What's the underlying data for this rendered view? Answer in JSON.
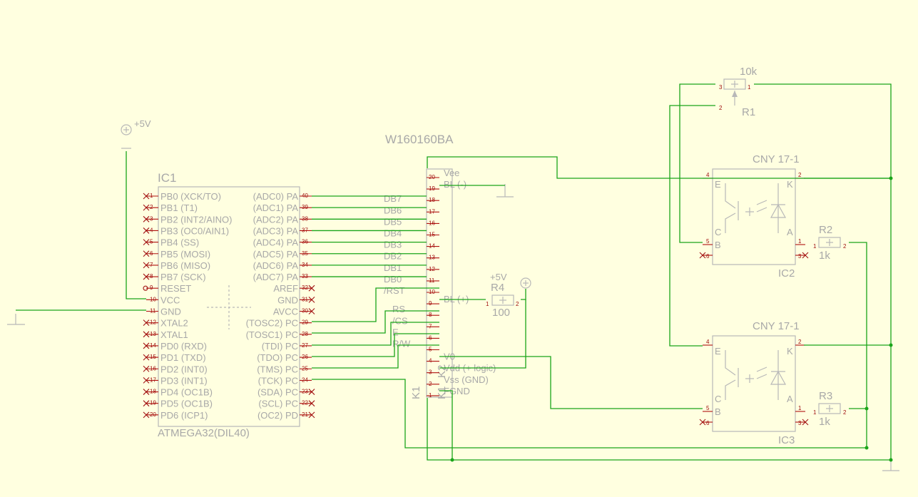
{
  "ic1": {
    "name": "IC1",
    "value": "ATMEGA32(DIL40)",
    "left_pins": [
      {
        "num": "1",
        "label": "PB0 (XCK/TO)"
      },
      {
        "num": "2",
        "label": "PB1 (T1)"
      },
      {
        "num": "3",
        "label": "PB2 (INT2/AINO)"
      },
      {
        "num": "4",
        "label": "PB3 (OC0/AIN1)"
      },
      {
        "num": "5",
        "label": "PB4 (SS)"
      },
      {
        "num": "6",
        "label": "PB5 (MOSI)"
      },
      {
        "num": "7",
        "label": "PB6 (MISO)"
      },
      {
        "num": "8",
        "label": "PB7 (SCK)"
      },
      {
        "num": "9",
        "label": "RESET"
      },
      {
        "num": "10",
        "label": "VCC"
      },
      {
        "num": "11",
        "label": "GND"
      },
      {
        "num": "12",
        "label": "XTAL2"
      },
      {
        "num": "13",
        "label": "XTAL1"
      },
      {
        "num": "14",
        "label": "PD0 (RXD)"
      },
      {
        "num": "15",
        "label": "PD1 (TXD)"
      },
      {
        "num": "16",
        "label": "PD2 (INT0)"
      },
      {
        "num": "17",
        "label": "PD3 (INT1)"
      },
      {
        "num": "18",
        "label": "PD4 (OC1B)"
      },
      {
        "num": "19",
        "label": "PD5 (OC1B)"
      },
      {
        "num": "20",
        "label": "PD6 (ICP1)"
      }
    ],
    "right_pins": [
      {
        "num": "40",
        "label": "(ADC0) PA"
      },
      {
        "num": "39",
        "label": "(ADC1) PA"
      },
      {
        "num": "38",
        "label": "(ADC2) PA"
      },
      {
        "num": "37",
        "label": "(ADC3) PA"
      },
      {
        "num": "36",
        "label": "(ADC4) PA"
      },
      {
        "num": "35",
        "label": "(ADC5) PA"
      },
      {
        "num": "34",
        "label": "(ADC6) PA"
      },
      {
        "num": "33",
        "label": "(ADC7) PA"
      },
      {
        "num": "32",
        "label": "AREF"
      },
      {
        "num": "31",
        "label": "GND"
      },
      {
        "num": "30",
        "label": "AVCC"
      },
      {
        "num": "29",
        "label": "(TOSC2) PC"
      },
      {
        "num": "28",
        "label": "(TOSC1) PC"
      },
      {
        "num": "27",
        "label": "(TDI) PC"
      },
      {
        "num": "26",
        "label": "(TDO) PC"
      },
      {
        "num": "25",
        "label": "(TMS) PC"
      },
      {
        "num": "24",
        "label": "(TCK) PC"
      },
      {
        "num": "23",
        "label": "(SDA) PC"
      },
      {
        "num": "22",
        "label": "(SCL) PC"
      },
      {
        "num": "21",
        "label": "(OC2) PD"
      }
    ]
  },
  "lcd": {
    "name": "W160160BA",
    "refs": [
      "K1",
      "K2",
      "K1"
    ],
    "pins": [
      {
        "num": "20",
        "label": "Vee"
      },
      {
        "num": "19",
        "label": "BL (-)"
      },
      {
        "num": "18",
        "label": "DB7"
      },
      {
        "num": "17",
        "label": "DB6"
      },
      {
        "num": "16",
        "label": "DB5"
      },
      {
        "num": "15",
        "label": "DB4"
      },
      {
        "num": "14",
        "label": "DB3"
      },
      {
        "num": "13",
        "label": "DB2"
      },
      {
        "num": "12",
        "label": "DB1"
      },
      {
        "num": "11",
        "label": "DB0"
      },
      {
        "num": "10",
        "label": "/RST"
      },
      {
        "num": "9",
        "label": "BL (+)"
      },
      {
        "num": "8",
        "label": "RS"
      },
      {
        "num": "7",
        "label": "/CS"
      },
      {
        "num": "6",
        "label": "E"
      },
      {
        "num": "5",
        "label": "R/W"
      },
      {
        "num": "4",
        "label": "V0"
      },
      {
        "num": "3",
        "label": "Vdd (+ logic)"
      },
      {
        "num": "2",
        "label": "Vss (GND)"
      },
      {
        "num": "1",
        "label": "FGND"
      }
    ]
  },
  "supply": {
    "label_vcc": "+5V",
    "label_r4": "+5V"
  },
  "r1": {
    "name": "R1",
    "value": "10k",
    "pins": [
      "3",
      "2",
      "1"
    ]
  },
  "r2": {
    "name": "R2",
    "value": "1k",
    "pins": [
      "1",
      "2"
    ]
  },
  "r3": {
    "name": "R3",
    "value": "1k",
    "pins": [
      "1",
      "2"
    ]
  },
  "r4": {
    "name": "R4",
    "value": "100",
    "pins": [
      "1",
      "2"
    ]
  },
  "ic2": {
    "name": "IC2",
    "value": "CNY 17-1",
    "pins": {
      "e": "E",
      "c": "C",
      "b": "B",
      "k": "K",
      "a": "A",
      "p4": "4",
      "p5": "5",
      "p6": "6",
      "p1": "1",
      "p2": "2",
      "p3": "3"
    }
  },
  "ic3": {
    "name": "IC3",
    "value": "CNY 17-1",
    "pins": {
      "e": "E",
      "c": "C",
      "b": "B",
      "k": "K",
      "a": "A",
      "p4": "4",
      "p5": "5",
      "p6": "6",
      "p1": "1",
      "p2": "2",
      "p3": "3"
    }
  }
}
